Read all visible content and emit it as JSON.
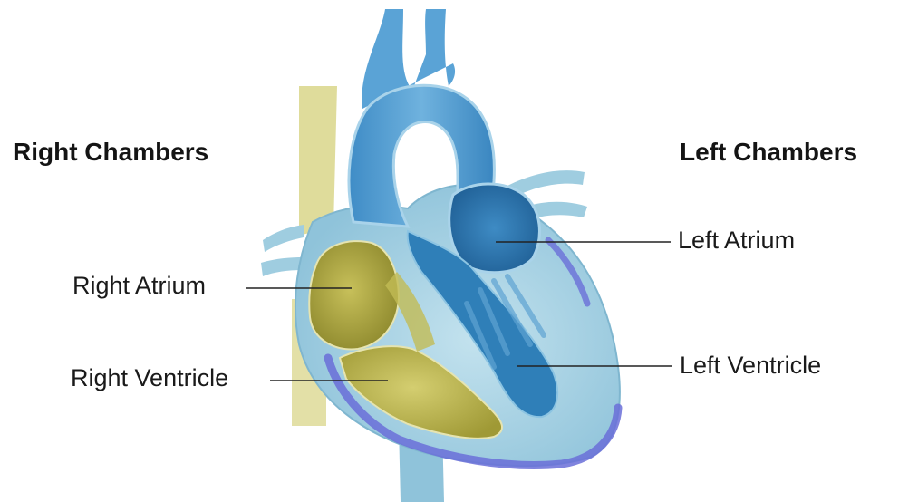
{
  "headings": {
    "right": "Right Chambers",
    "left": "Left Chambers"
  },
  "labels": {
    "right_atrium": "Right Atrium",
    "right_ventricle": "Right Ventricle",
    "left_atrium": "Left Atrium",
    "left_ventricle": "Left Ventricle"
  },
  "colors": {
    "right_chambers": "#b7b04a",
    "left_chambers": "#2f7fb8",
    "myocardium": "#9fcde0",
    "vessels": "#4f9bd0",
    "pericardium": "#6a6fd8",
    "vena_cava": "#d9d68a"
  }
}
